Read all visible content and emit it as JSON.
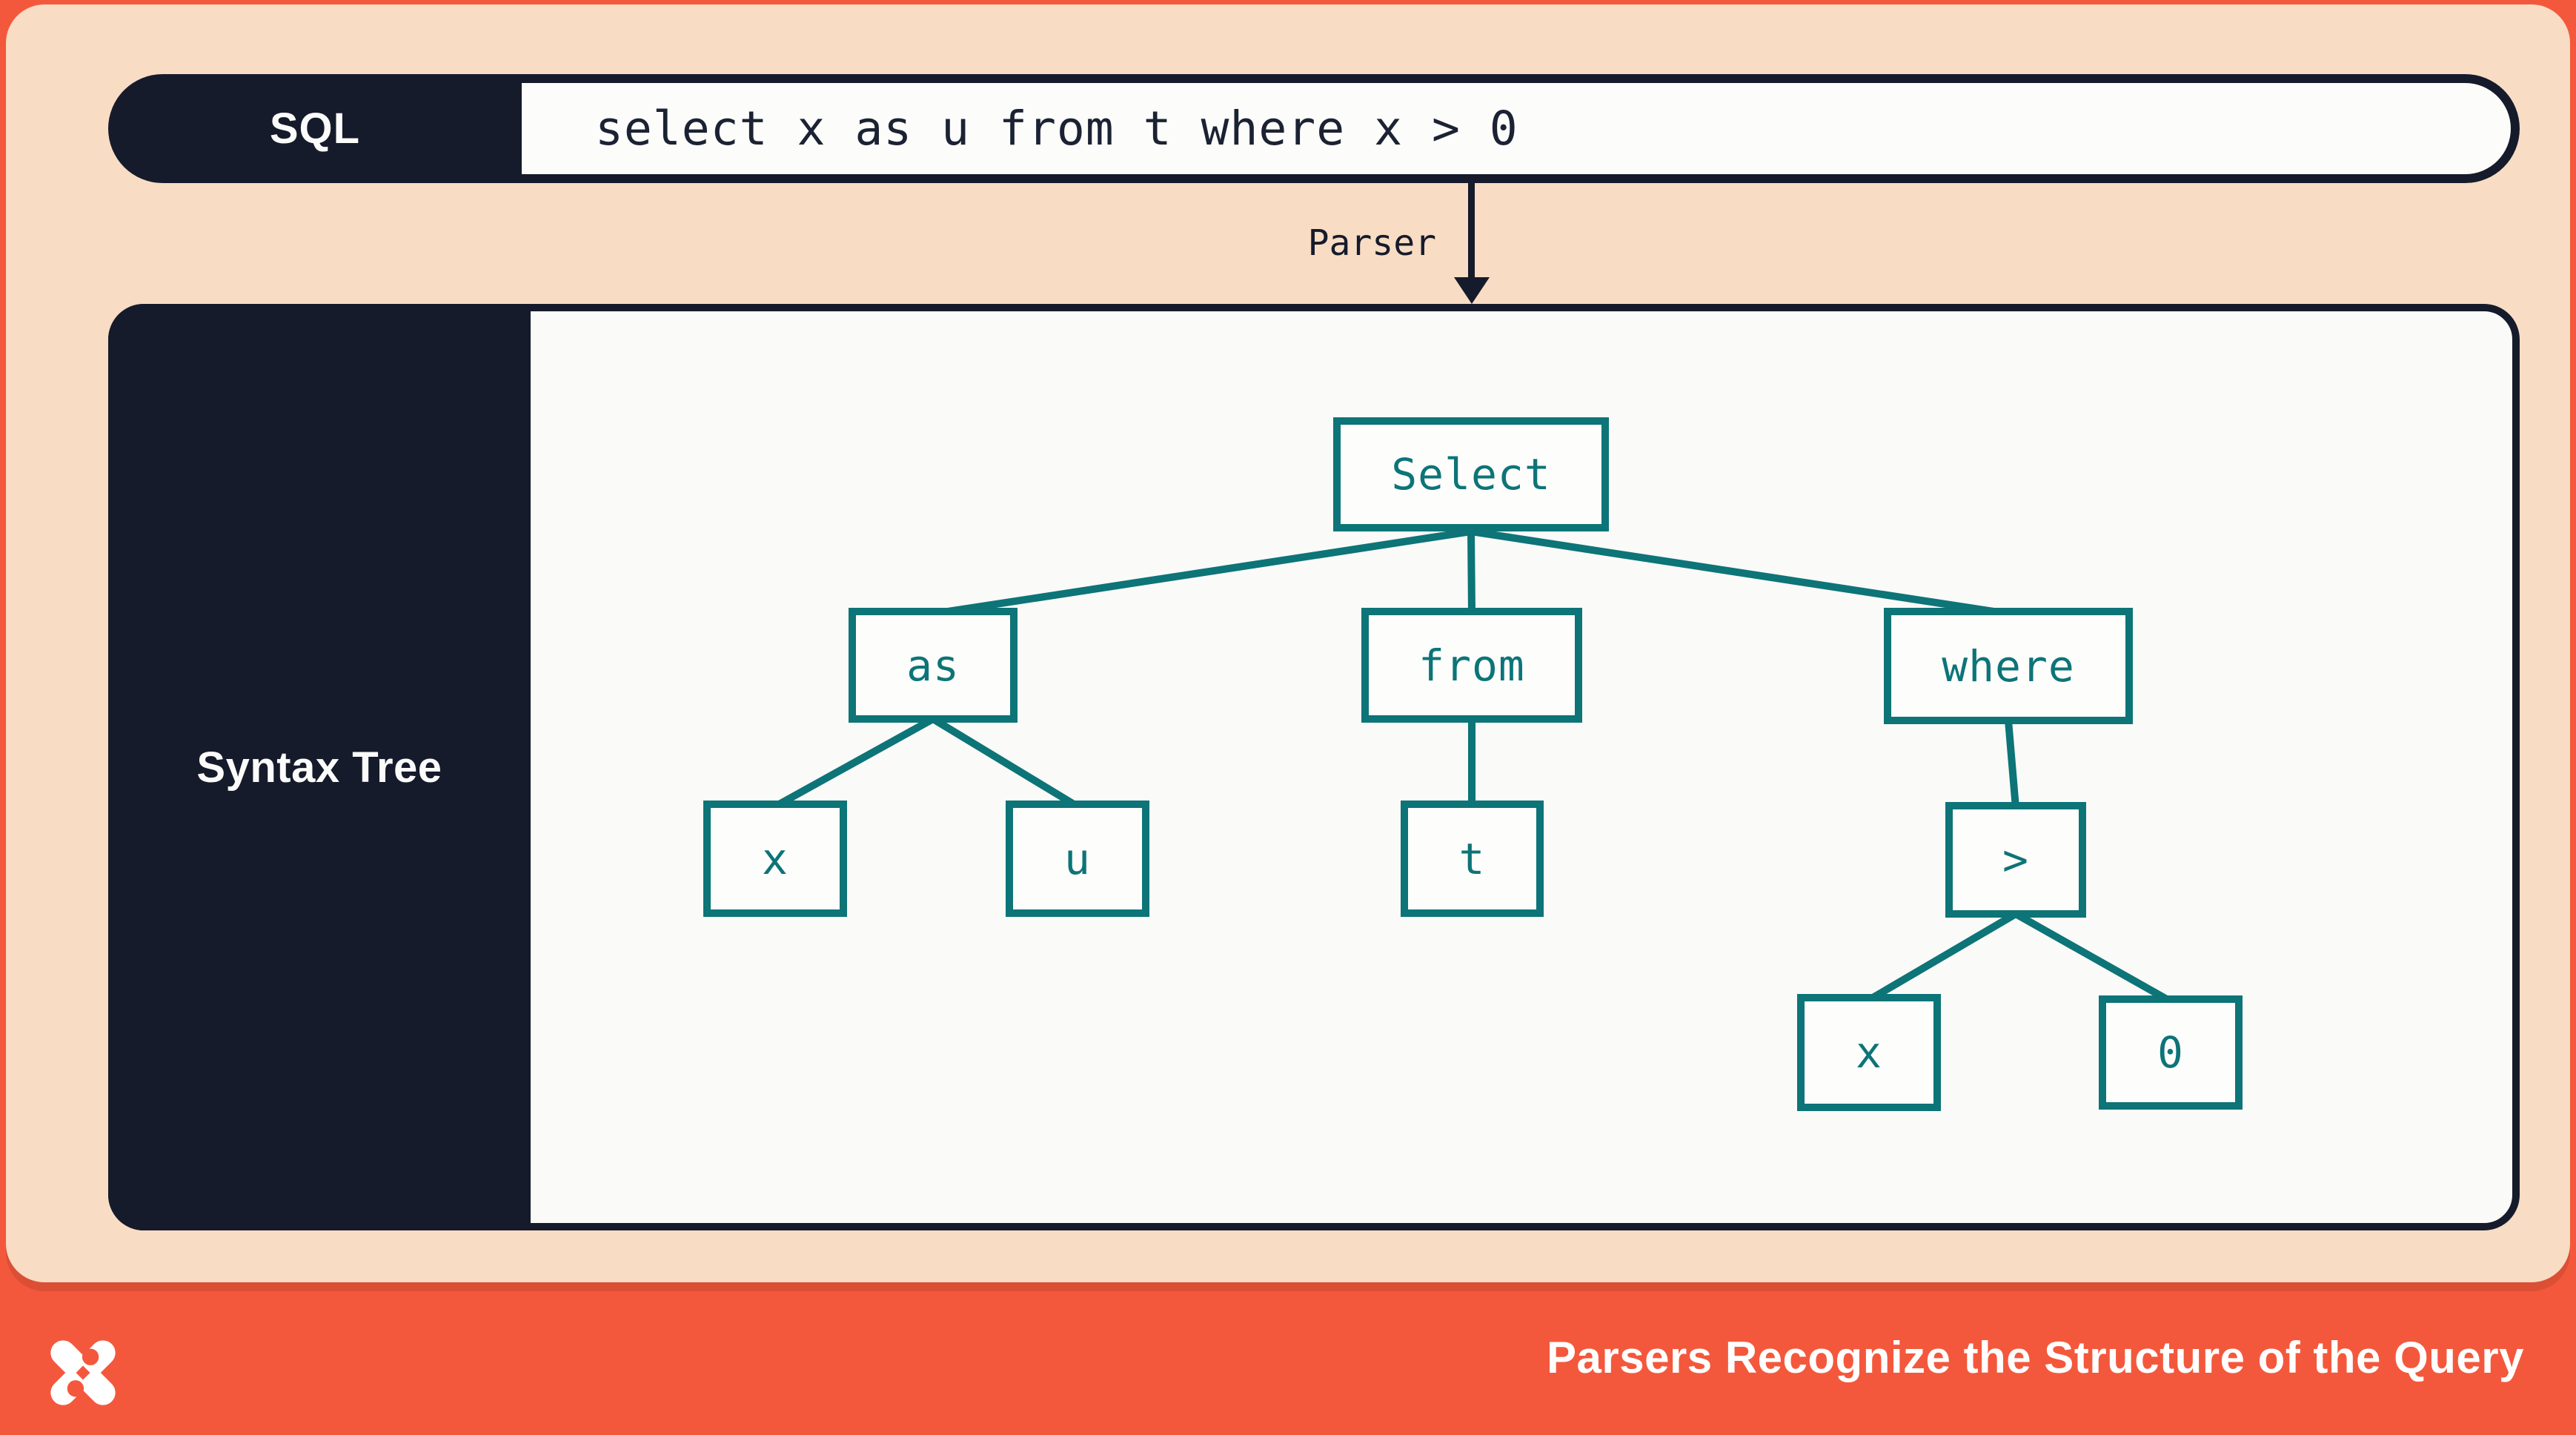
{
  "sql_bar": {
    "label": "SQL",
    "query": "select x as u from t where x > 0"
  },
  "parser": {
    "label": "Parser"
  },
  "tree_panel": {
    "label": "Syntax Tree"
  },
  "tree": {
    "nodes": {
      "select": {
        "label": "Select"
      },
      "as": {
        "label": "as"
      },
      "from": {
        "label": "from"
      },
      "where": {
        "label": "where"
      },
      "x1": {
        "label": "x"
      },
      "u": {
        "label": "u"
      },
      "t": {
        "label": "t"
      },
      "gt": {
        "label": ">"
      },
      "x2": {
        "label": "x"
      },
      "zero": {
        "label": "0"
      }
    },
    "edges": [
      [
        "select",
        "as"
      ],
      [
        "select",
        "from"
      ],
      [
        "select",
        "where"
      ],
      [
        "as",
        "x1"
      ],
      [
        "as",
        "u"
      ],
      [
        "from",
        "t"
      ],
      [
        "where",
        "gt"
      ],
      [
        "gt",
        "x2"
      ],
      [
        "gt",
        "zero"
      ]
    ]
  },
  "footer": {
    "caption": "Parsers Recognize the Structure of the Query",
    "logo": "dolt-pinwheel-logo"
  },
  "colors": {
    "orange": "#f4583c",
    "peach": "#f8dcc4",
    "navy": "#151b2b",
    "teal": "#0d7478",
    "panel_white": "#fafaf8"
  }
}
